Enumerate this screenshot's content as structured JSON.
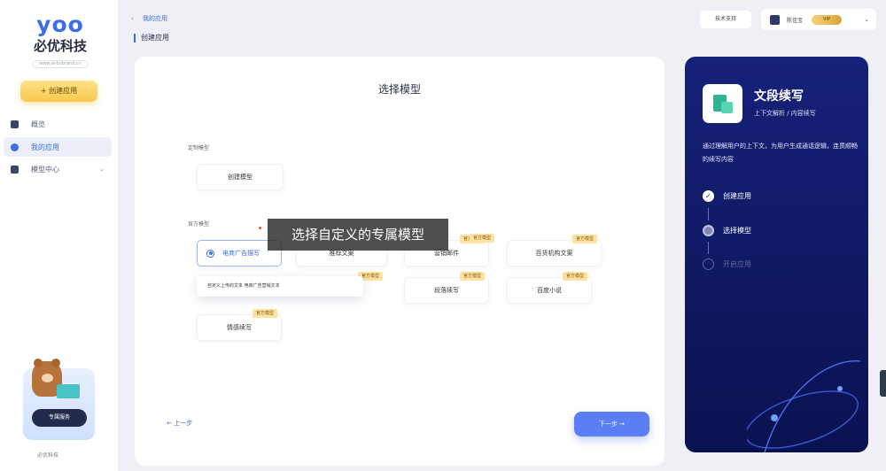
{
  "app": {
    "logo_text": "yoo",
    "brand_name": "必优科技",
    "tagline": "www.ai-bsbrand.cn"
  },
  "sidebar": {
    "create_button": "+ 创建应用",
    "items": [
      {
        "label": "概览"
      },
      {
        "label": "我的应用"
      },
      {
        "label": "模型中心",
        "chevron": "⌄"
      }
    ],
    "promo_button": "专属服务",
    "footer_brand": "必优科技"
  },
  "header": {
    "breadcrumb_back": "‹",
    "breadcrumb_parent": "我的应用",
    "page_title": "创建应用",
    "top_button": "技术支持",
    "user_name": "陈佳宝",
    "vip_badge": "VIP",
    "user_chevron": "⌄"
  },
  "main": {
    "title": "选择模型",
    "custom_section_label": "定制模型",
    "create_model_label": "创建模型",
    "official_section_label": "官方模型",
    "official_tag": "官方模型",
    "models": [
      {
        "label": "电商广告描写"
      },
      {
        "label": "推荐文案"
      },
      {
        "label": "营销邮件"
      },
      {
        "label": "百货机构文案"
      },
      {
        "label": "段落续写"
      },
      {
        "label": "百度小说"
      },
      {
        "label": "情感续写"
      }
    ],
    "tooltip": "自定义上传的文本   电商广告营销文本",
    "overlay_caption": "选择自定义的专属模型",
    "prev_button": "← 上一步",
    "next_button": "下一步 →"
  },
  "panel": {
    "title": "文段续写",
    "subtitle": "上下文解析 / 内容续写",
    "description": "通过理解用户的上下文，为用户生成通话逻辑，连贯顺畅的续写内容",
    "steps": [
      {
        "label": "创建应用",
        "mark": "✓"
      },
      {
        "label": "选择模型",
        "mark": ""
      },
      {
        "label": "开启应用",
        "mark": ""
      }
    ]
  },
  "colors": {
    "accent": "#3d6ee8",
    "panel_bg": "#16217a",
    "next_button": "#5b7df5",
    "tag_bg": "#fde2a3"
  }
}
